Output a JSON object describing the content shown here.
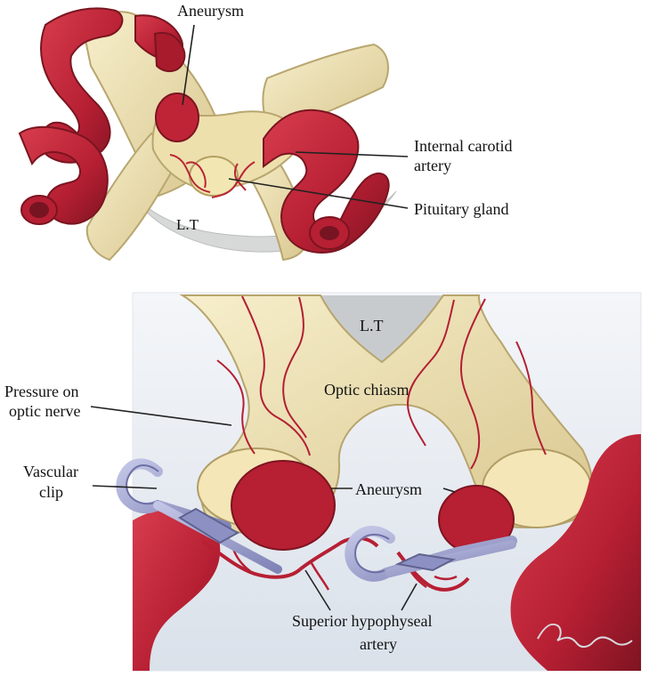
{
  "top_panel": {
    "labels": {
      "aneurysm": "Aneurysm",
      "internal_carotid_line1": "Internal carotid",
      "internal_carotid_line2": "artery",
      "pituitary_gland": "Pituitary gland",
      "lt": "L.T"
    }
  },
  "bottom_panel": {
    "labels": {
      "lt": "L.T",
      "optic_chiasm": "Optic chiasm",
      "pressure_line1": "Pressure on",
      "pressure_line2": "optic nerve",
      "vascular_line1": "Vascular",
      "vascular_line2": "clip",
      "aneurysm": "Aneurysm",
      "superior_line1": "Superior hypophyseal",
      "superior_line2": "artery"
    }
  },
  "colors": {
    "artery": "#c7283a",
    "artery_dark": "#8c1826",
    "nerve": "#efe2b0",
    "nerve_shadow": "#d5c48c",
    "clip": "#9ea0c8",
    "clip_dark": "#5c5f8c",
    "background_panel": "#dfe5ef",
    "lt_gray": "#d8d9d9"
  }
}
